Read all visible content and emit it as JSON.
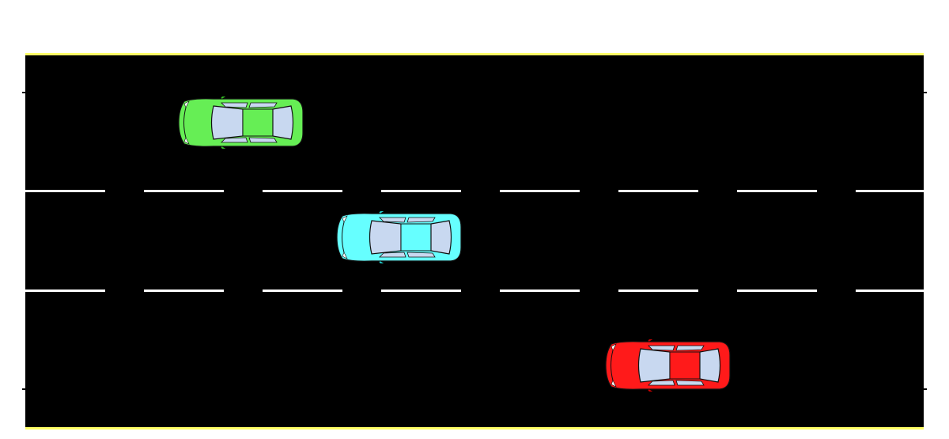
{
  "road": {
    "lanes": 3,
    "surface_color": "#000000",
    "edge_color": "#ffff66",
    "marking_color": "#ffffff"
  },
  "cars": [
    {
      "name": "green-car",
      "lane": 1,
      "color": "#66ee55",
      "dark": "#33bb22",
      "heading": "left"
    },
    {
      "name": "cyan-car",
      "lane": 2,
      "color": "#66ffff",
      "dark": "#22cccc",
      "heading": "left"
    },
    {
      "name": "red-car",
      "lane": 3,
      "color": "#ff1a1a",
      "dark": "#cc0000",
      "heading": "left"
    }
  ]
}
